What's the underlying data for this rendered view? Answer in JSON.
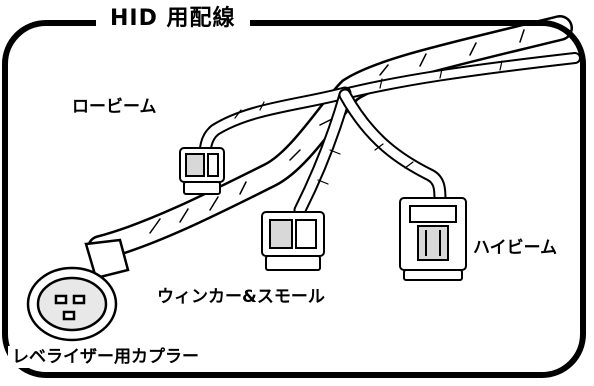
{
  "diagram": {
    "title": "HID 用配線",
    "labels": {
      "low_beam": "ロービーム",
      "turn_small": "ウィンカー&スモール",
      "high_beam": "ハイビーム",
      "leveler_coupler": "レベライザー用カプラー"
    },
    "colors": {
      "line": "#000000",
      "fill": "#ffffff",
      "shade": "#d8d8d8"
    },
    "icons": [
      "wire-harness-icon",
      "connector-icon"
    ]
  }
}
